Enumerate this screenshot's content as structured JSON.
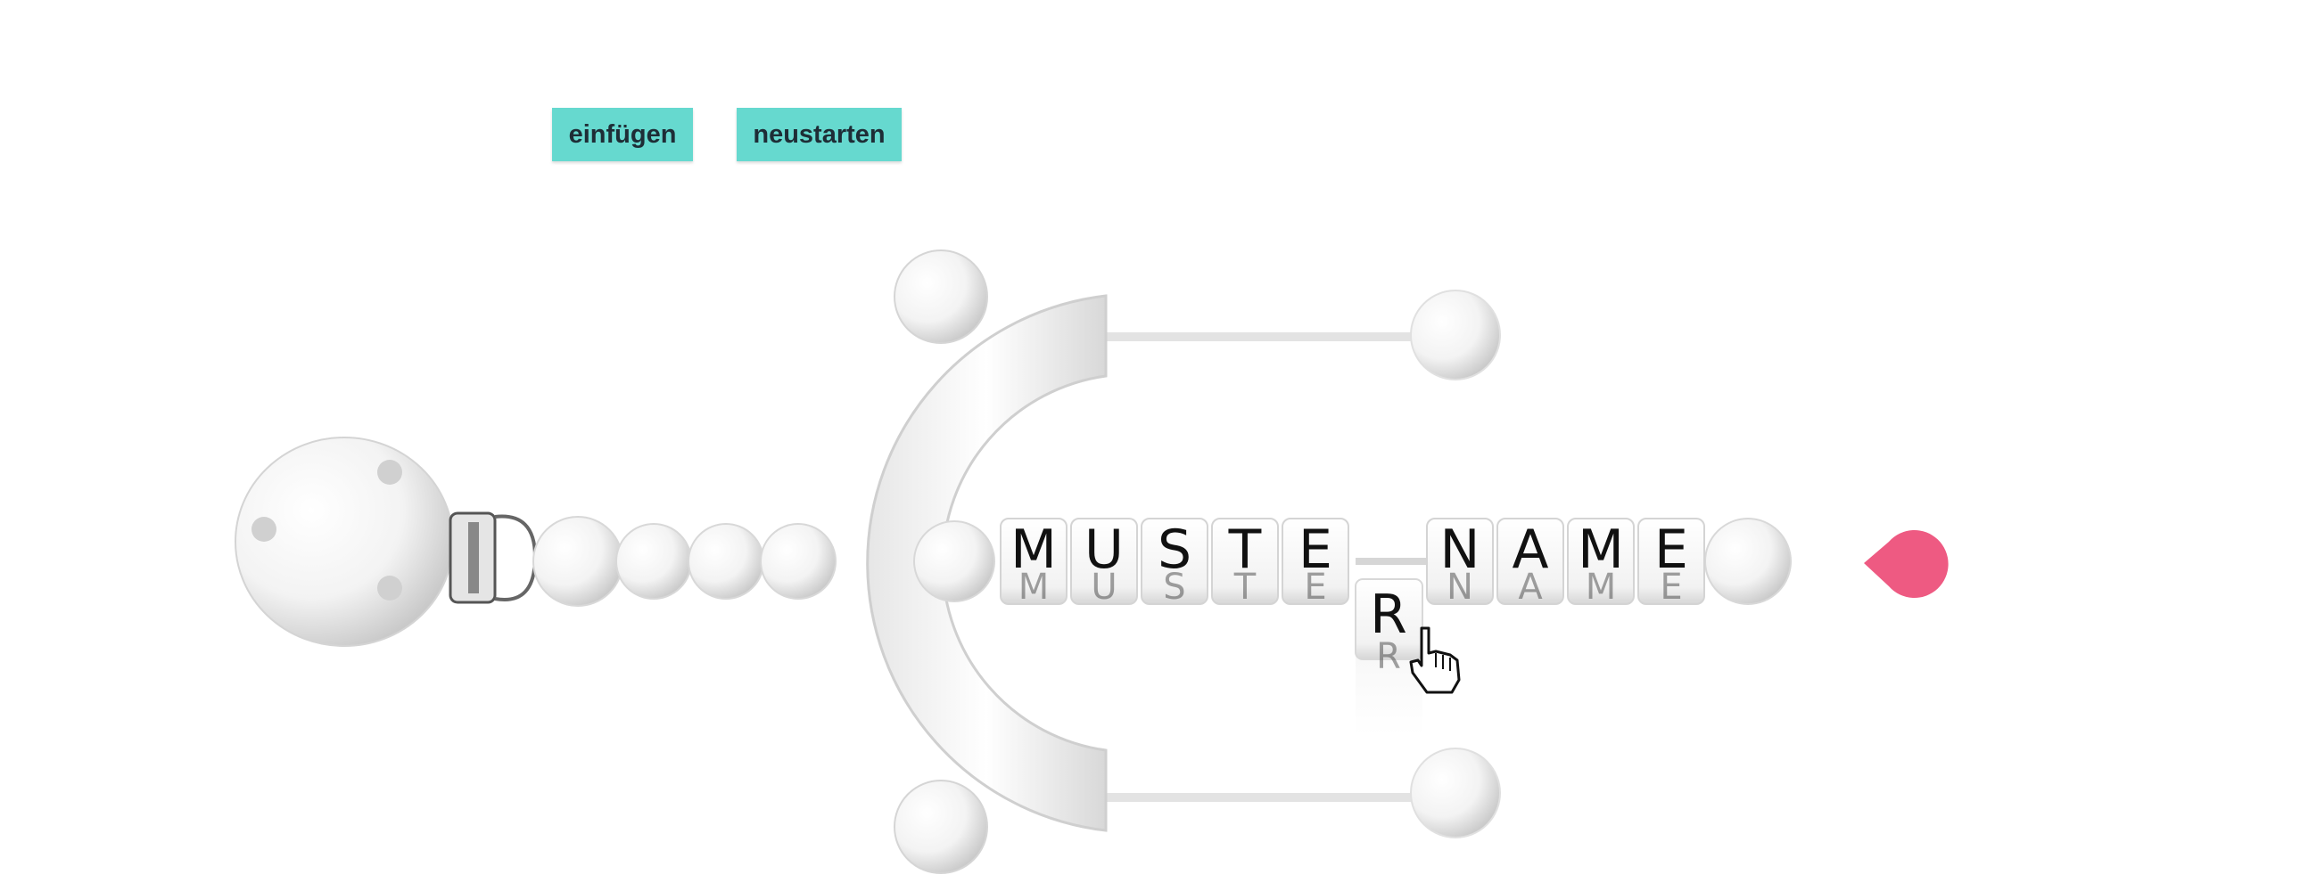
{
  "toolbar": {
    "insert_label": "einfügen",
    "restart_label": "neustarten"
  },
  "chain": {
    "letters_left": [
      "M",
      "U",
      "S",
      "T",
      "E"
    ],
    "letters_right": [
      "N",
      "A",
      "M",
      "E"
    ],
    "dragged_letter": "R",
    "marker_color": "#ee5a82",
    "button_color": "#66d9cf"
  }
}
